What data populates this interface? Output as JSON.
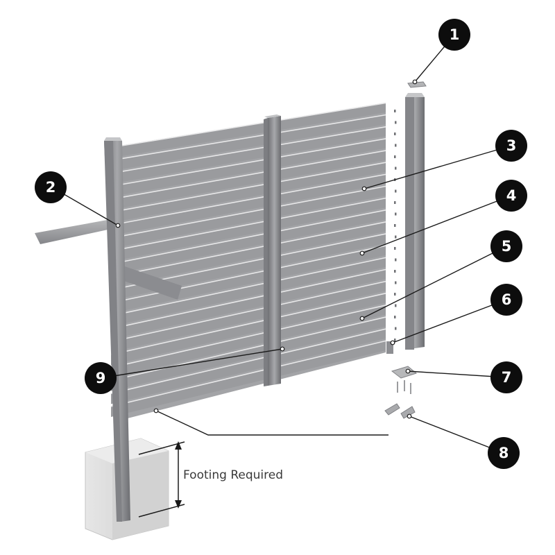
{
  "diagram": {
    "callouts": [
      {
        "number": "1"
      },
      {
        "number": "2"
      },
      {
        "number": "3"
      },
      {
        "number": "4"
      },
      {
        "number": "5"
      },
      {
        "number": "6"
      },
      {
        "number": "7"
      },
      {
        "number": "8"
      },
      {
        "number": "9"
      }
    ],
    "footing_label": "Footing Required",
    "colors": {
      "aluminium": "#9a9b9d",
      "aluminium_dark": "#75767a",
      "callout_fill": "#0d0d0d",
      "footing": "#d9d9d9",
      "leader_line": "#1a1a1a"
    }
  }
}
